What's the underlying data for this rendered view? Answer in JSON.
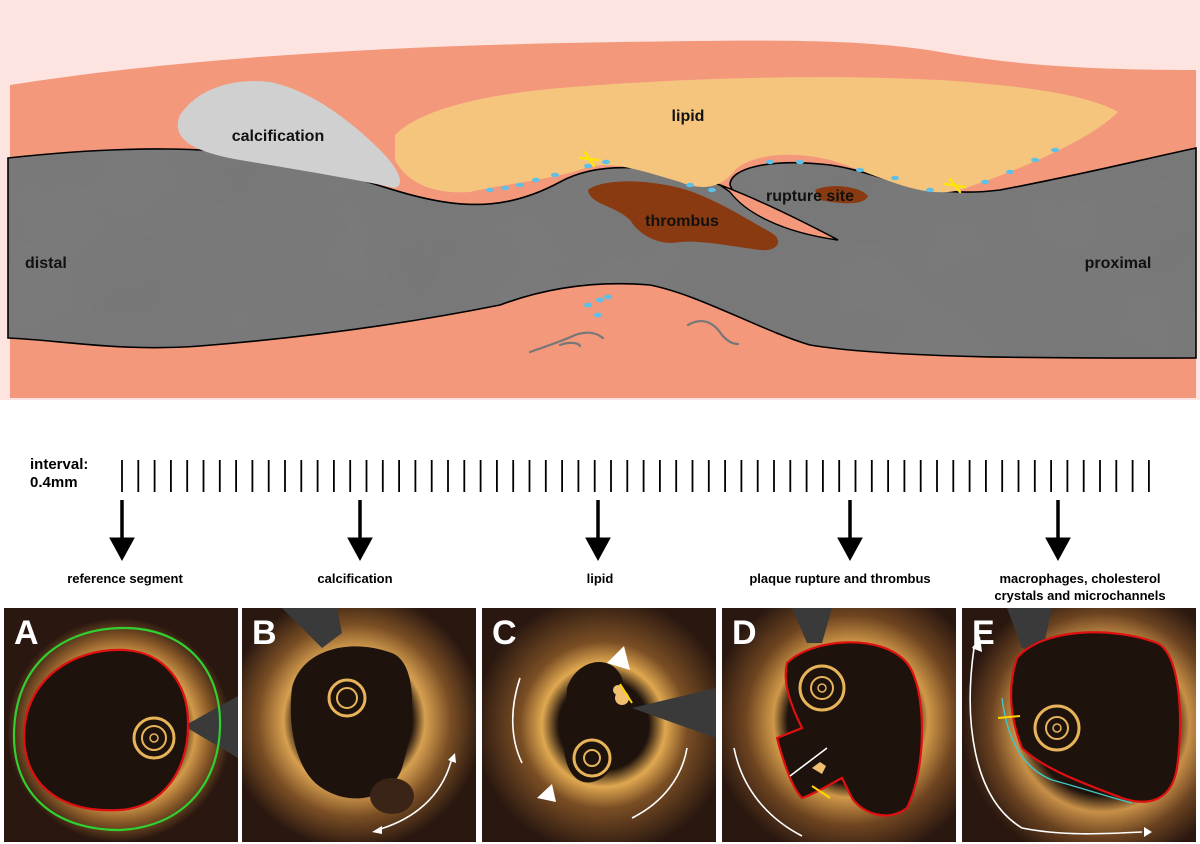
{
  "diagram": {
    "labels": {
      "calcification": "calcification",
      "lipid": "lipid",
      "thrombus": "thrombus",
      "rupture_site": "rupture site",
      "distal": "distal",
      "proximal": "proximal"
    },
    "interval": {
      "line1": "interval:",
      "line2": "0.4mm"
    }
  },
  "captions": [
    "reference segment",
    "calcification",
    "lipid",
    "plaque rupture and thrombus",
    "macrophages, cholesterol",
    "crystals and microchannels"
  ],
  "panels": [
    "A",
    "B",
    "C",
    "D",
    "E"
  ],
  "colors": {
    "tissue": "#f4987c",
    "background": "#fde4e0",
    "lipid": "#f5c57e",
    "calcification": "#d0d0d0",
    "lumen": "#707070",
    "thrombus": "#8a3a10",
    "macrophage": "#5cc0e8",
    "crystal": "#ffee00",
    "oct_bg": "#2a1810",
    "lumen_border": "#e01010",
    "eem_border": "#30d030"
  }
}
